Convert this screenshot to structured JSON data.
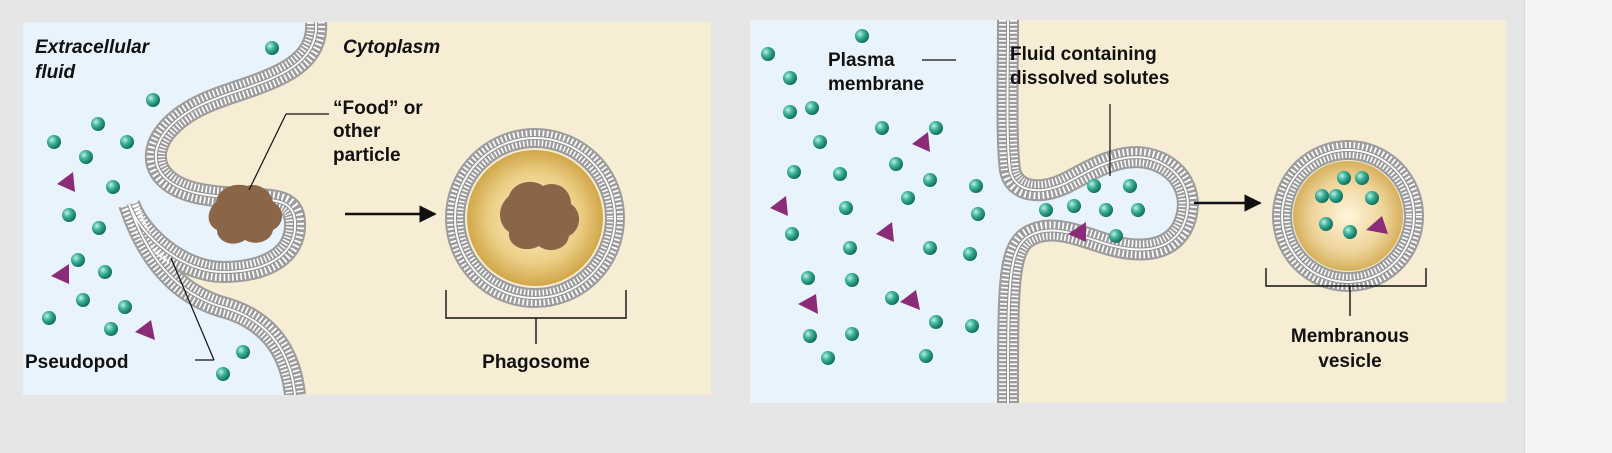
{
  "phagocytosis": {
    "extracellular_label_line1": "Extracellular",
    "extracellular_label_line2": "fluid",
    "cytoplasm_label": "Cytoplasm",
    "food_label_line1": "“Food” or",
    "food_label_line2": "other",
    "food_label_line3": "particle",
    "pseudopod_label": "Pseudopod",
    "phagosome_label": "Phagosome"
  },
  "pinocytosis": {
    "membrane_label_line1": "Plasma",
    "membrane_label_line2": "membrane",
    "fluid_label_line1": "Fluid containing",
    "fluid_label_line2": "dissolved solutes",
    "vesicle_label_line1": "Membranous",
    "vesicle_label_line2": "vesicle"
  },
  "colors": {
    "extracellular": "#e9f3fb",
    "cytoplasm": "#f7ecd4",
    "membrane": "#9a9a9a",
    "solute": "#2e9e8a",
    "triangle": "#8b2c78",
    "food": "#8a6548",
    "vesicle_core": "#d9b45a"
  }
}
